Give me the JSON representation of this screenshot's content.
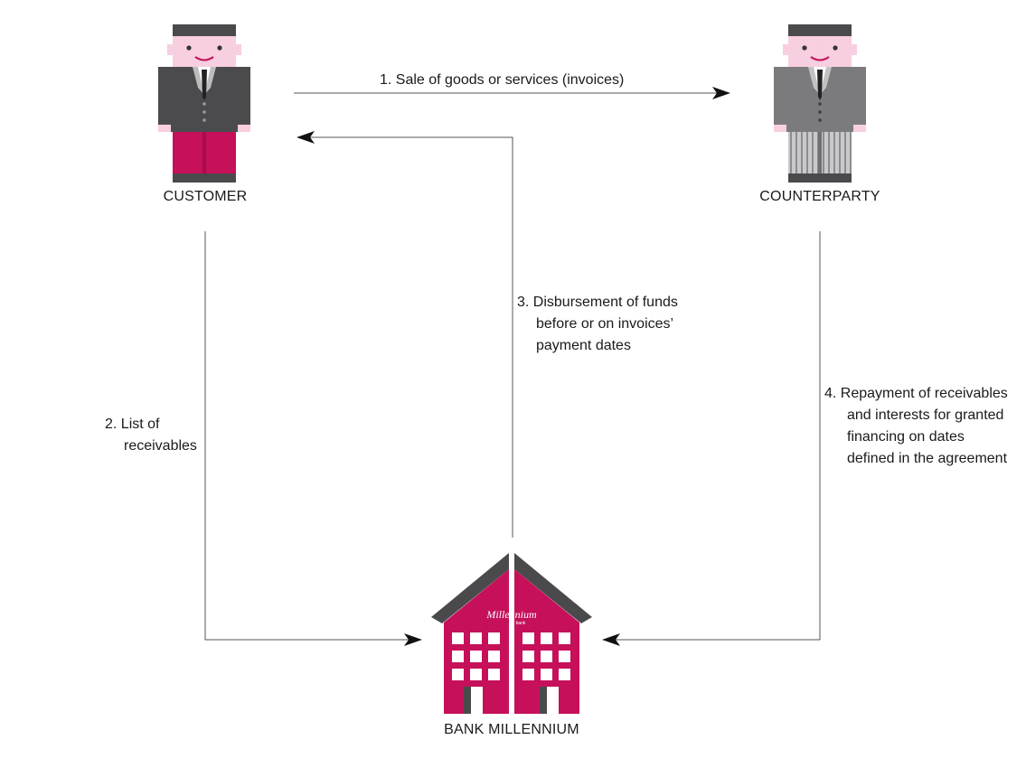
{
  "nodes": {
    "customer": {
      "label": "CUSTOMER"
    },
    "counterparty": {
      "label": "COUNTERPARTY"
    },
    "bank": {
      "label": "BANK MILLENNIUM",
      "sign": "Millennium",
      "sign_sub": "bank"
    }
  },
  "steps": [
    {
      "lines": [
        "1.  Sale of goods or services (invoices)"
      ]
    },
    {
      "lines": [
        "2.  List of",
        "receivables"
      ]
    },
    {
      "lines": [
        "3.  Disbursement of funds",
        "before or on invoices’",
        "payment dates"
      ]
    },
    {
      "lines": [
        "4.  Repayment of receivables",
        "and interests for granted",
        "financing on dates",
        "defined in the agreement"
      ]
    }
  ],
  "colors": {
    "brand": "#c6105a",
    "roof": "#4a4a4c",
    "suit_dark": "#4b4b4d",
    "suit_light": "#7b7b7d",
    "skin": "#f7cfe0",
    "line": "#555555"
  }
}
